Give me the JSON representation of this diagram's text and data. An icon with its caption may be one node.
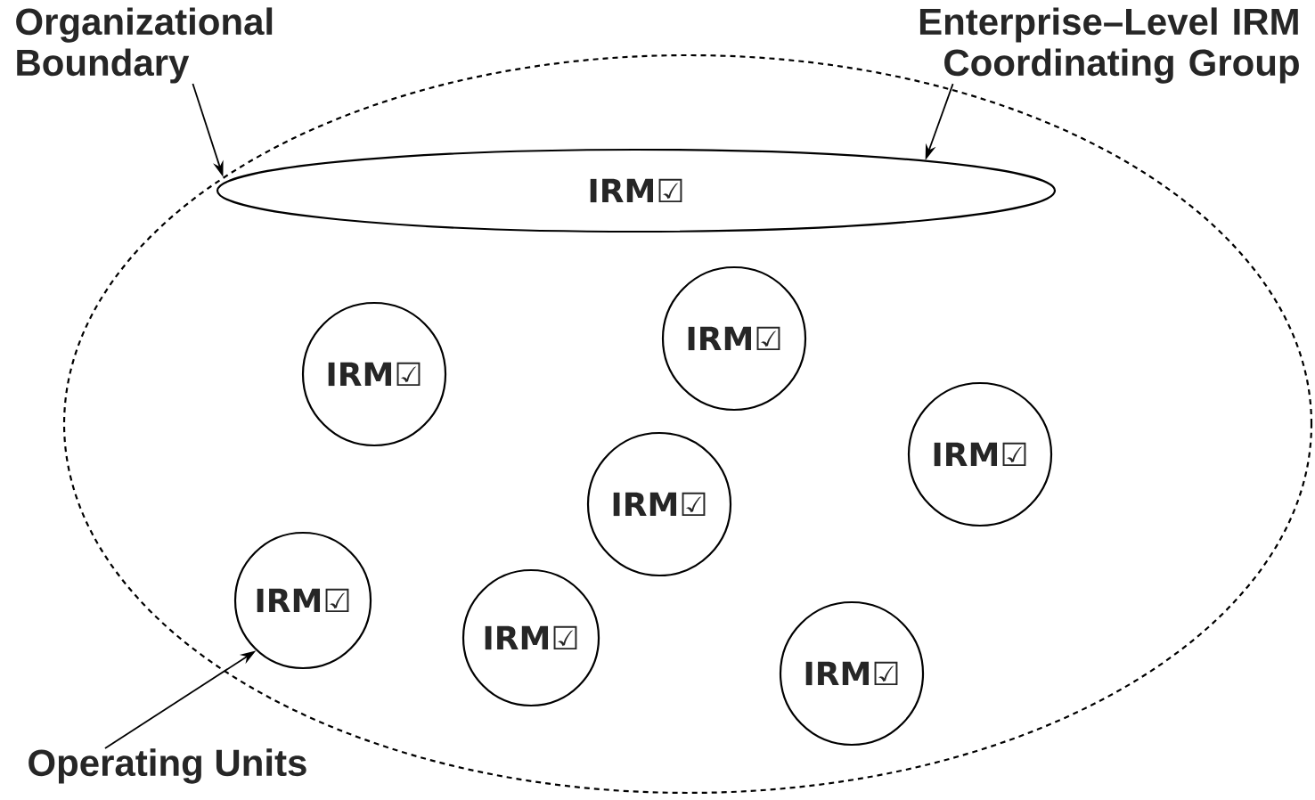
{
  "diagram": {
    "nodes": [
      {
        "text": [
          "Organizational Boundary"
        ]
      },
      {
        "text": [],
        "shape": "ellipse"
      },
      {
        "text": [
          "Enterprise–Level IRM Coordinating Group"
        ]
      },
      {
        "text": [
          "IRM☑"
        ],
        "in": 1
      },
      {
        "text": [
          "IRM☑"
        ],
        "in": 1
      },
      {
        "text": [
          "IRM☑"
        ],
        "in": 1
      },
      {
        "text": [
          "IRM☑"
        ],
        "in": 1
      },
      {
        "text": [
          "IRM☑"
        ],
        "in": 1
      },
      {
        "text": [
          "IRM☑"
        ],
        "in": 1
      },
      {
        "text": [
          "IRM☑"
        ],
        "in": 1
      },
      {
        "text": [
          "IRM☑"
        ],
        "in": 1
      },
      {
        "text": [
          "Operating Units"
        ]
      }
    ],
    "edges": [
      {
        "from": 0,
        "to": 1,
        "arrow": "to"
      },
      {
        "from": 2,
        "to": 3,
        "arrow": "to"
      },
      {
        "from": 11,
        "to": 8,
        "arrow": "to"
      }
    ]
  }
}
